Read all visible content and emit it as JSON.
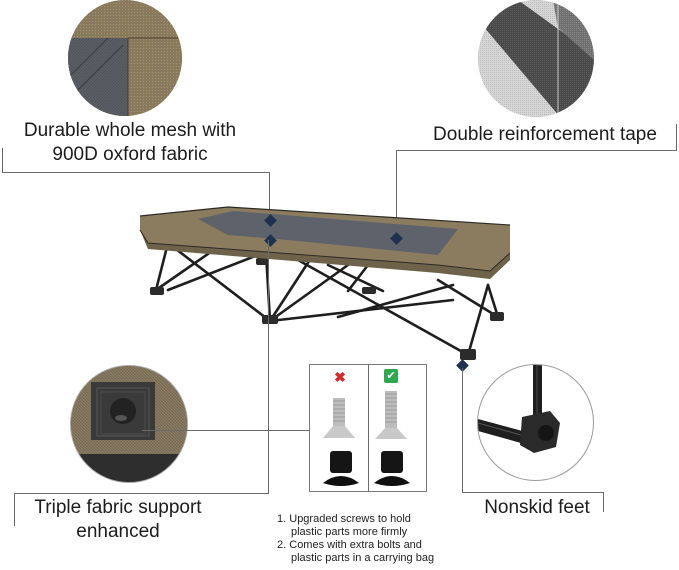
{
  "callouts": {
    "mesh": {
      "line1": "Durable whole mesh with",
      "line2": "900D oxford fabric",
      "icon": "fabric-mesh-closeup"
    },
    "tape": {
      "line1": "Double reinforcement tape",
      "icon": "reinforcement-tape-closeup"
    },
    "support": {
      "line1": "Triple fabric support",
      "line2": "enhanced",
      "icon": "fabric-support-closeup"
    },
    "feet": {
      "line1": "Nonskid feet",
      "icon": "nonskid-foot-closeup"
    }
  },
  "comparison": {
    "wrong_mark": "✖",
    "right_mark": "✔",
    "wrong_color": "#d42a2a",
    "right_color": "#2fa84f"
  },
  "notes": {
    "items": [
      {
        "num": "1.",
        "line1": "Upgraded screws to hold",
        "line2": "plastic parts more firmly"
      },
      {
        "num": "2.",
        "line1": "Comes with extra bolts and",
        "line2": "plastic parts in a carrying bag"
      }
    ]
  },
  "colors": {
    "fabric": "#8a7a5e",
    "mesh": "#5d6168",
    "frame": "#1d1d1d",
    "connector": "#6a6a6a",
    "marker": "#1f3150"
  }
}
